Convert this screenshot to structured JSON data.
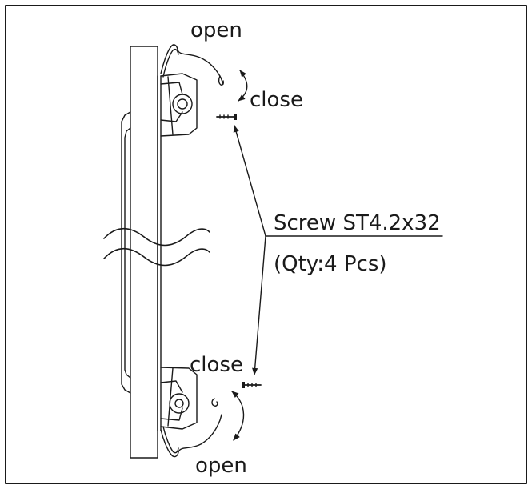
{
  "labels": {
    "open_top": "open",
    "close_top": "close",
    "close_bottom": "close",
    "open_bottom": "open",
    "screw_spec": "Screw ST4.2x32",
    "quantity": "(Qty:4 Pcs)"
  },
  "colors": {
    "stroke": "#1a1a1a",
    "background": "#ffffff"
  }
}
